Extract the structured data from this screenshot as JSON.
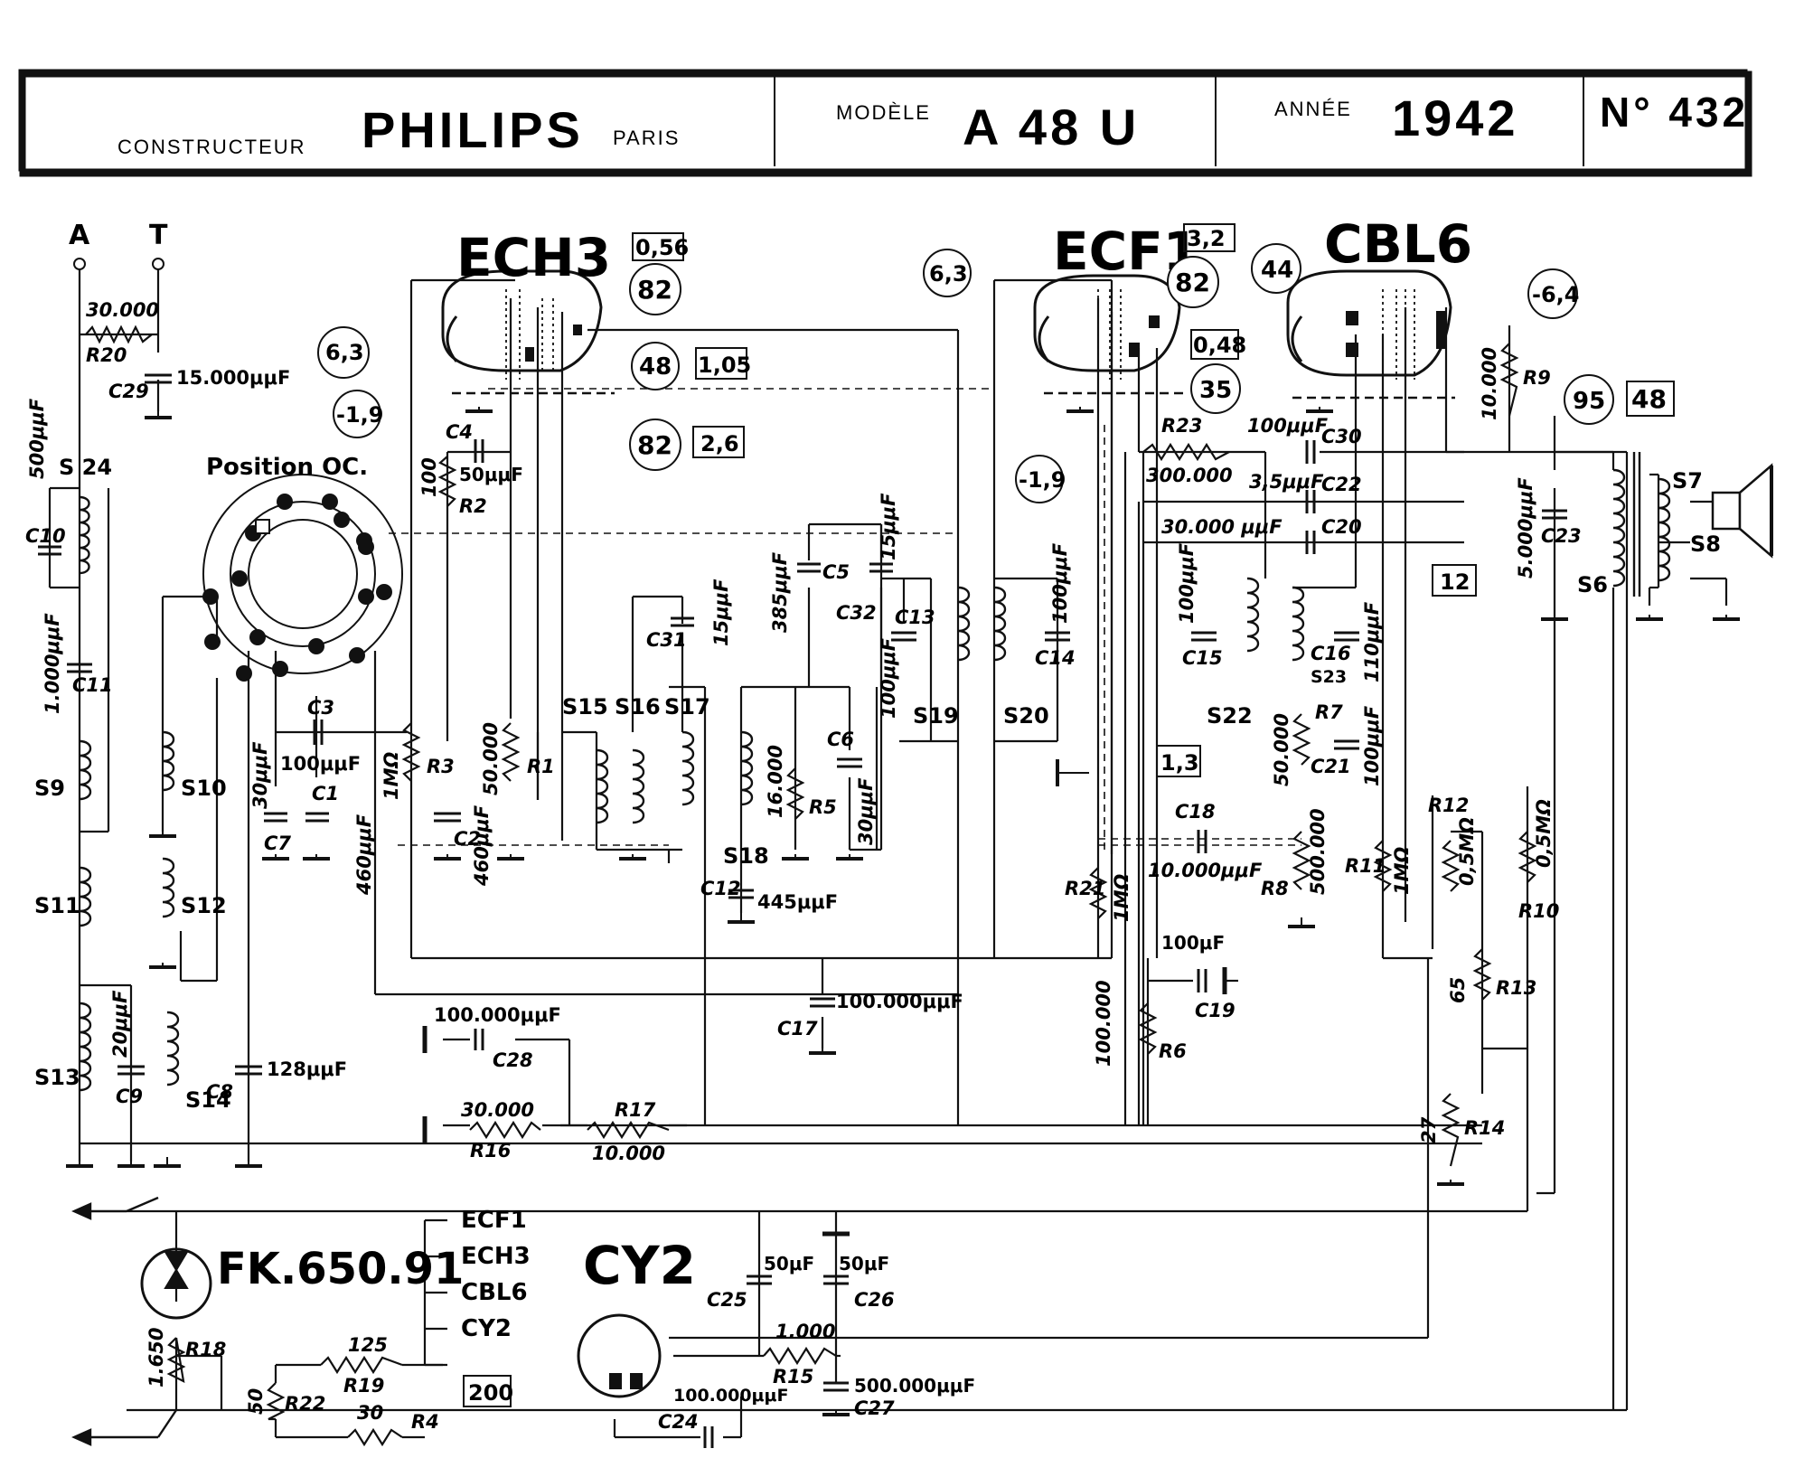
{
  "header": {
    "constructeur_label": "CONSTRUCTEUR",
    "maker": "PHILIPS",
    "city": "PARIS",
    "modele_label": "MODÈLE",
    "model": "A 48 U",
    "annee_label": "ANNÉE",
    "year": "1942",
    "number": "N° 432"
  },
  "tubes": {
    "ech3": "ECH3",
    "ecf1": "ECF1",
    "cbl6": "CBL6",
    "cy2": "CY2",
    "ech3_box": "0,56",
    "ecf1_box": "3,2"
  },
  "antenna": {
    "a": "A",
    "t": "T"
  },
  "position_label": "Position OC.",
  "circled_values": {
    "v63_left": "6,3",
    "v82_ech3": "82",
    "v48_ech3": "48",
    "v82_mid": "82",
    "vm19_left": "-1,9",
    "v63_mid": "6,3",
    "v82_ecf1": "82",
    "v35": "35",
    "vm19_mid": "-1,9",
    "v44": "44",
    "vm64": "-6,4",
    "v95": "95"
  },
  "boxed_values": {
    "b105": "1,05",
    "b26": "2,6",
    "b048": "0,48",
    "b48": "48",
    "b13": "1,3",
    "b12": "12",
    "b200": "200"
  },
  "coils": {
    "s24": "S 24",
    "s9": "S9",
    "s10": "S10",
    "s11": "S11",
    "s12": "S12",
    "s13": "S13",
    "s14": "S14",
    "s15": "S15",
    "s16": "S16",
    "s17": "S17",
    "s18": "S18",
    "s19": "S19",
    "s20": "S20",
    "s22": "S22",
    "s23": "S23",
    "s6": "S6",
    "s7": "S7",
    "s8": "S8"
  },
  "components": {
    "r20": "R20",
    "r20_val": "30.000",
    "c29": "C29",
    "c29_val": "15.000μμF",
    "c10": "C10",
    "c10_val": "500μμF",
    "c11": "C11",
    "c11_val": "1.000μμF",
    "c9": "C9",
    "c9_val": "20μμF",
    "c8": "C8",
    "c8_val": "128μμF",
    "c3": "C3",
    "c3_val": "100μμF",
    "c7": "C7",
    "c7_val": "30μμF",
    "c1": "C1",
    "c1_val": "460μμF",
    "r3": "R3",
    "r3_val": "1MΩ",
    "c2": "C2",
    "c2_val": "460μμF",
    "r1": "R1",
    "r1_val": "50.000",
    "c4": "C4",
    "c4_val": "50μμF",
    "r2": "R2",
    "r2_val": "100",
    "c31": "C31",
    "c31_val": "15μμF",
    "c5": "C5",
    "c5_val": "385μμF",
    "c32": "C32",
    "c32_val": "15μμF",
    "c13": "C13",
    "c13_val": "100μμF",
    "c14": "C14",
    "c14_val": "100μμF",
    "r5": "R5",
    "r5_val": "16.000",
    "c6": "C6",
    "c6_val": "30μμF",
    "c12": "C12",
    "c12_val": "445μμF",
    "c17": "C17",
    "c17_val": "100.000μμF",
    "c28": "C28",
    "c28_val": "100.000μμF",
    "r16": "R16",
    "r16_val": "30.000",
    "r17": "R17",
    "r17_val": "10.000",
    "r23": "R23",
    "r23_val": "300.000",
    "c30": "C30",
    "c30_val": "100μμF",
    "c22": "C22",
    "c22_val": "3,5μμF",
    "c20": "C20",
    "c20_val": "30.000 μμF",
    "c15": "C15",
    "c15_val": "100μμF",
    "c16": "C16",
    "c16_val": "110μμF",
    "r7": "R7",
    "r7_val": "50.000",
    "c21": "C21",
    "c21_val": "100μμF",
    "c18": "C18",
    "c18_val": "10.000μμF",
    "r21": "R21",
    "r21_val": "1MΩ",
    "r8": "R8",
    "r8_val": "500.000",
    "c19": "C19",
    "c19_val": "100μF",
    "r6": "R6",
    "r6_val": "100.000",
    "r11": "R11",
    "r11_val": "1MΩ",
    "r12": "R12",
    "r12_val": "0,5MΩ",
    "r10": "R10",
    "r10_val": "0,5MΩ",
    "r13": "R13",
    "r13_val": "65",
    "r14": "R14",
    "r14_val": "27",
    "r9": "R9",
    "r9_val": "10.000",
    "c23": "C23",
    "c23_val": "5.000μμF",
    "r18": "R18",
    "r18_val": "1.650",
    "r19": "R19",
    "r19_val": "125",
    "r22": "R22",
    "r22_val": "50",
    "r4": "R4",
    "r4_val": "30",
    "c24": "C24",
    "c24_val": "100.000μμF",
    "c25": "C25",
    "c25_val": "50μF",
    "c26": "C26",
    "c26_val": "50μF",
    "r15": "R15",
    "r15_val": "1.000",
    "c27": "C27",
    "c27_val": "500.000μμF"
  },
  "pilot": {
    "label": "FK.650.91",
    "list": [
      "ECF1",
      "ECH3",
      "CBL6",
      "CY2"
    ]
  }
}
